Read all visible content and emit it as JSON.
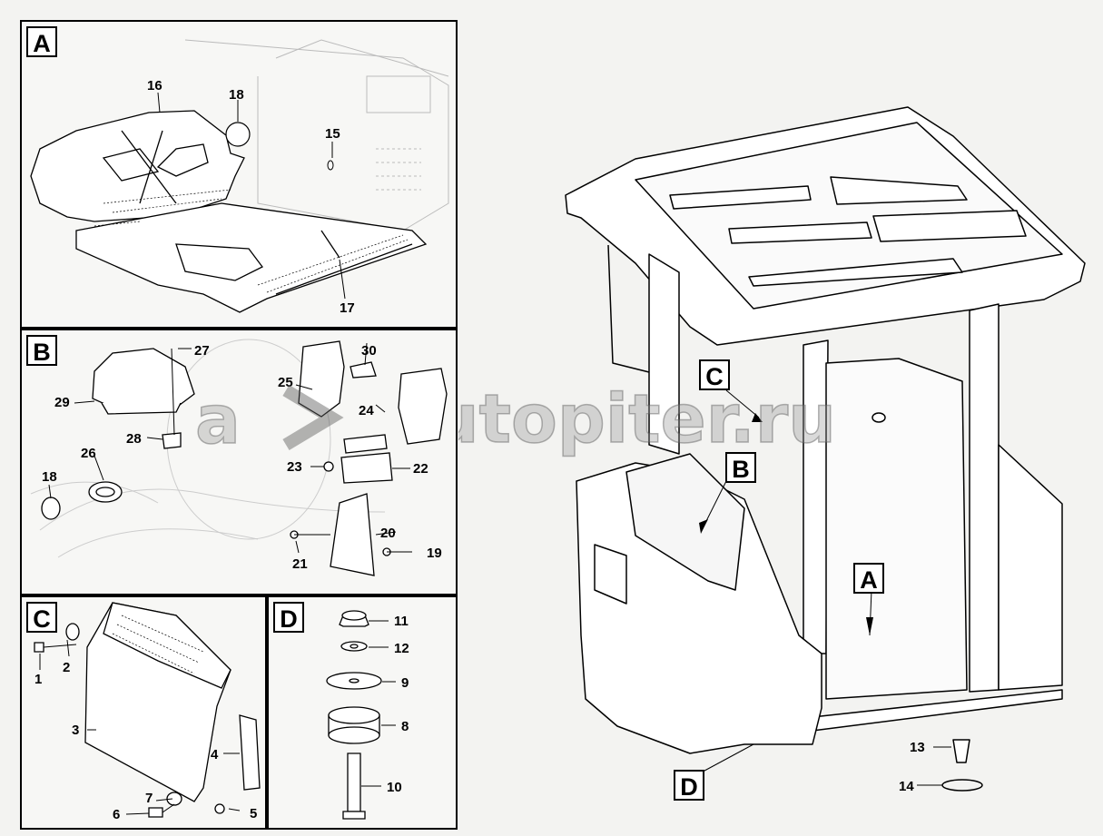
{
  "panels": {
    "A": {
      "label": "A",
      "parts": [
        "16",
        "18",
        "15",
        "17"
      ]
    },
    "B": {
      "label": "B",
      "parts": [
        "27",
        "30",
        "25",
        "24",
        "29",
        "28",
        "26",
        "23",
        "22",
        "18",
        "20",
        "21",
        "19"
      ]
    },
    "C": {
      "label": "C",
      "parts": [
        "1",
        "2",
        "3",
        "4",
        "7",
        "6",
        "5"
      ]
    },
    "D": {
      "label": "D",
      "parts": [
        "11",
        "12",
        "9",
        "8",
        "10"
      ]
    }
  },
  "main": {
    "callouts": [
      "C",
      "B",
      "A",
      "D"
    ],
    "parts": [
      "13",
      "14"
    ]
  },
  "watermark": "autopiter.ru",
  "watermark_logo": "a",
  "colors": {
    "line": "#000000",
    "background": "#f3f3f1",
    "watermark": "#9a9a9a"
  }
}
